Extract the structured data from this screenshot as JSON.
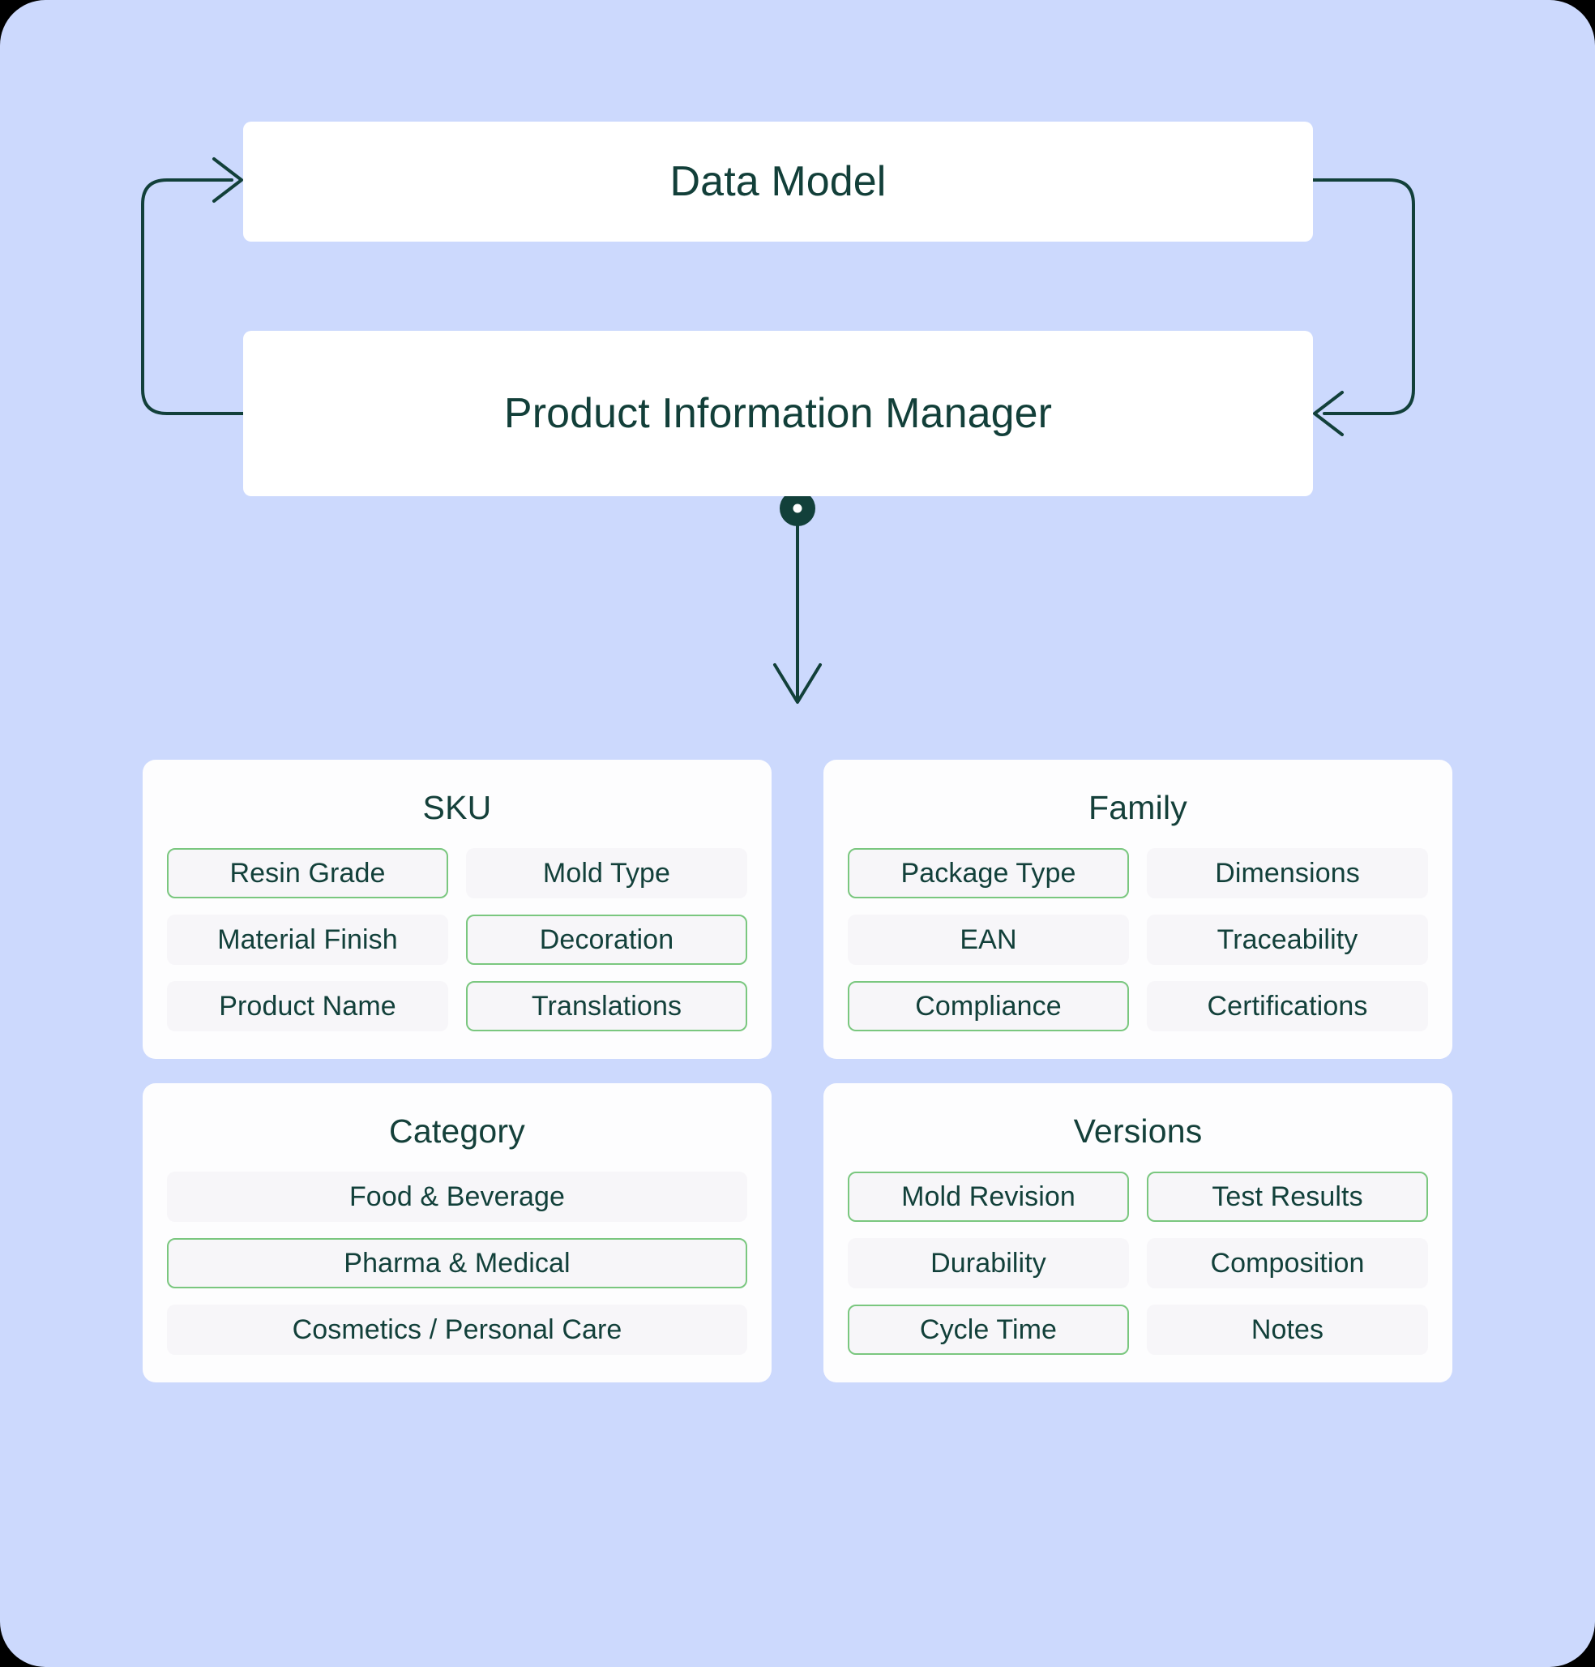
{
  "theme": {
    "background": "#ccd9fd",
    "card_background": "#fdfdfe",
    "chip_background": "#f7f6f9",
    "text_color": "#12403a",
    "highlight_border": "#7ac77f",
    "connector_color": "#12403a"
  },
  "flow": {
    "top_box_label": "Data Model",
    "second_box_label": "Product Information Manager",
    "loop_left_description": "arrow-from-product-information-manager-to-data-model",
    "loop_right_description": "arrow-from-data-model-to-product-information-manager",
    "down_connector_description": "dot-connector-arrow-down-to-entity-cards"
  },
  "cards": [
    {
      "title": "SKU",
      "layout": "two-col",
      "chips": [
        {
          "label": "Resin Grade",
          "highlight": true
        },
        {
          "label": "Mold Type",
          "highlight": false
        },
        {
          "label": "Material Finish",
          "highlight": false
        },
        {
          "label": "Decoration",
          "highlight": true
        },
        {
          "label": "Product Name",
          "highlight": false
        },
        {
          "label": "Translations",
          "highlight": true
        }
      ]
    },
    {
      "title": "Family",
      "layout": "two-col",
      "chips": [
        {
          "label": "Package Type",
          "highlight": true
        },
        {
          "label": "Dimensions",
          "highlight": false
        },
        {
          "label": "EAN",
          "highlight": false
        },
        {
          "label": "Traceability",
          "highlight": false
        },
        {
          "label": "Compliance",
          "highlight": true
        },
        {
          "label": "Certifications",
          "highlight": false
        }
      ]
    },
    {
      "title": "Category",
      "layout": "one-col",
      "chips": [
        {
          "label": "Food & Beverage",
          "highlight": false
        },
        {
          "label": "Pharma & Medical",
          "highlight": true
        },
        {
          "label": "Cosmetics / Personal Care",
          "highlight": false
        }
      ]
    },
    {
      "title": "Versions",
      "layout": "two-col",
      "chips": [
        {
          "label": "Mold Revision",
          "highlight": true
        },
        {
          "label": "Test Results",
          "highlight": true
        },
        {
          "label": "Durability",
          "highlight": false
        },
        {
          "label": "Composition",
          "highlight": false
        },
        {
          "label": "Cycle Time",
          "highlight": true
        },
        {
          "label": "Notes",
          "highlight": false
        }
      ]
    }
  ]
}
